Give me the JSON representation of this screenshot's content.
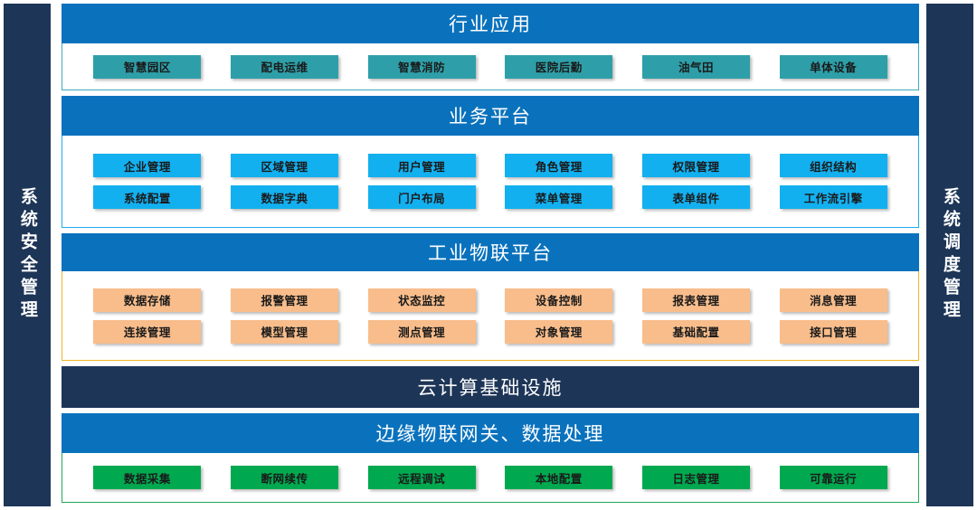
{
  "pillars": {
    "left": {
      "label": "系统安全管理",
      "color": "#1d3557"
    },
    "right": {
      "label": "系统调度管理",
      "color": "#1d3557"
    }
  },
  "colors": {
    "header_blue": "#0a72bd",
    "header_dark": "#1d3557",
    "chip_teal": "#2e9fa8",
    "chip_cyan": "#13b0f0",
    "chip_peach": "#f8bd8b",
    "chip_green": "#00a94f",
    "border_teal": "#3aacb8",
    "border_cyan": "#1cadee",
    "border_amber": "#f0b323",
    "border_green": "#22a85a"
  },
  "layers": [
    {
      "id": "industry-applications",
      "title": "行业应用",
      "rows": [
        [
          "智慧园区",
          "配电运维",
          "智慧消防",
          "医院后勤",
          "油气田",
          "单体设备"
        ]
      ]
    },
    {
      "id": "business-platform",
      "title": "业务平台",
      "rows": [
        [
          "企业管理",
          "区域管理",
          "用户管理",
          "角色管理",
          "权限管理",
          "组织结构"
        ],
        [
          "系统配置",
          "数据字典",
          "门户布局",
          "菜单管理",
          "表单组件",
          "工作流引擎"
        ]
      ]
    },
    {
      "id": "industrial-iot-platform",
      "title": "工业物联平台",
      "rows": [
        [
          "数据存储",
          "报警管理",
          "状态监控",
          "设备控制",
          "报表管理",
          "消息管理"
        ],
        [
          "连接管理",
          "模型管理",
          "测点管理",
          "对象管理",
          "基础配置",
          "接口管理"
        ]
      ]
    },
    {
      "id": "cloud-infrastructure",
      "title": "云计算基础设施",
      "rows": []
    },
    {
      "id": "edge-gateway",
      "title": "边缘物联网关、数据处理",
      "rows": [
        [
          "数据采集",
          "断网续传",
          "远程调试",
          "本地配置",
          "日志管理",
          "可靠运行"
        ]
      ]
    }
  ]
}
